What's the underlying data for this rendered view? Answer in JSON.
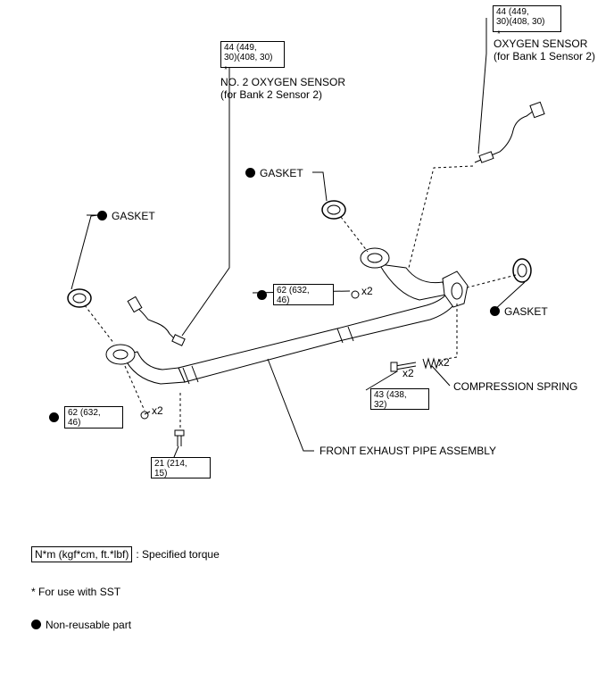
{
  "labels": {
    "oxygen_sensor_b1s2": [
      "OXYGEN SENSOR",
      "(for Bank 1 Sensor 2)"
    ],
    "oxygen_sensor_b2s2": [
      "NO. 2 OXYGEN SENSOR",
      "(for Bank 2 Sensor 2)"
    ],
    "gasket": "GASKET",
    "compression_spring": "COMPRESSION SPRING",
    "front_exhaust_pipe": "FRONT EXHAUST PIPE ASSEMBLY",
    "qty_x2": "x2"
  },
  "torques": {
    "t44_right": [
      "44 (449,",
      "30)(408, 30)"
    ],
    "t44_left": [
      "44 (449,",
      "30)(408, 30)"
    ],
    "t62_mid": [
      "62 (632,",
      "46)"
    ],
    "t62_left": [
      "62 (632,",
      "46)"
    ],
    "t43": [
      "43 (438,",
      "32)"
    ],
    "t21": [
      "21 (214,",
      "15)"
    ]
  },
  "sst_mark": "*",
  "legend": {
    "torque_box_text": "N*m (kgf*cm, ft.*lbf)",
    "torque_desc": ": Specified torque",
    "sst_note": "* For use with SST",
    "nonreusable": "Non-reusable part"
  }
}
